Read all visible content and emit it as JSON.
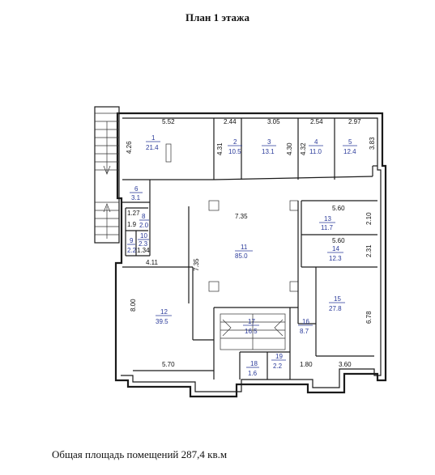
{
  "title": "План 1 этажа",
  "footer": "Общая площадь помещений 287,4 кв.м",
  "rooms": [
    {
      "num": "1",
      "area": "21.4"
    },
    {
      "num": "2",
      "area": "10.5"
    },
    {
      "num": "3",
      "area": "13.1"
    },
    {
      "num": "4",
      "area": "11.0"
    },
    {
      "num": "5",
      "area": "12.4"
    },
    {
      "num": "6",
      "area": "3.1"
    },
    {
      "num": "8",
      "area": "2.0"
    },
    {
      "num": "9",
      "area": "2.2"
    },
    {
      "num": "10",
      "area": "2.3"
    },
    {
      "num": "11",
      "area": "85.0"
    },
    {
      "num": "12",
      "area": "39.5"
    },
    {
      "num": "13",
      "area": "11.7"
    },
    {
      "num": "14",
      "area": "12.3"
    },
    {
      "num": "15",
      "area": "27.8"
    },
    {
      "num": "16",
      "area": "8.7"
    },
    {
      "num": "17",
      "area": "16.5"
    },
    {
      "num": "18",
      "area": "1.6"
    },
    {
      "num": "19",
      "area": "2.2"
    }
  ],
  "dims": [
    "5.52",
    "2.44",
    "3.05",
    "2.54",
    "2.97",
    "4.26",
    "4.31",
    "4.30",
    "4.32",
    "3.83",
    "1.27",
    "1.9",
    "1.34",
    "4.11",
    "7.35",
    "7.35",
    "5.60",
    "2.10",
    "5.60",
    "2.31",
    "6.78",
    "8.00",
    "5.70",
    "1.80",
    "3.60"
  ]
}
